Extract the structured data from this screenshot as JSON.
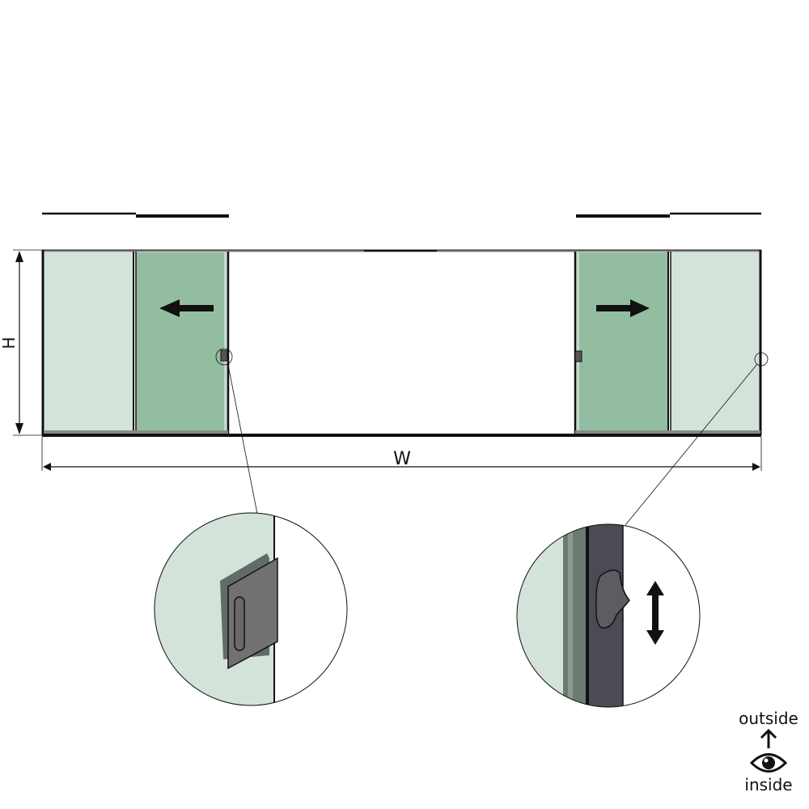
{
  "diagram": {
    "type": "sliding-door-elevation",
    "dimension_labels": {
      "height": "H",
      "width": "W"
    },
    "panels": [
      {
        "id": "fixed-left",
        "kind": "fixed",
        "color": "#d3e3da"
      },
      {
        "id": "sliding-left",
        "kind": "sliding",
        "direction": "left",
        "color": "#93bda1"
      },
      {
        "id": "opening",
        "kind": "open",
        "color": "#ffffff"
      },
      {
        "id": "sliding-right",
        "kind": "sliding",
        "direction": "right",
        "color": "#93bda1"
      },
      {
        "id": "fixed-right",
        "kind": "fixed",
        "color": "#d3e3da"
      }
    ],
    "details": [
      {
        "id": "detail-left",
        "subject": "glass door handle (recessed grip plate)"
      },
      {
        "id": "detail-right",
        "subject": "frame lock lever with vertical up/down operation"
      }
    ],
    "orientation_legend": {
      "top": "outside",
      "bottom": "inside"
    },
    "colors": {
      "frame": "#111111",
      "glass_light": "#d3e3da",
      "glass_dark": "#93bda1",
      "hardware": "#6e6e70",
      "profile": "#4a4a52"
    }
  }
}
